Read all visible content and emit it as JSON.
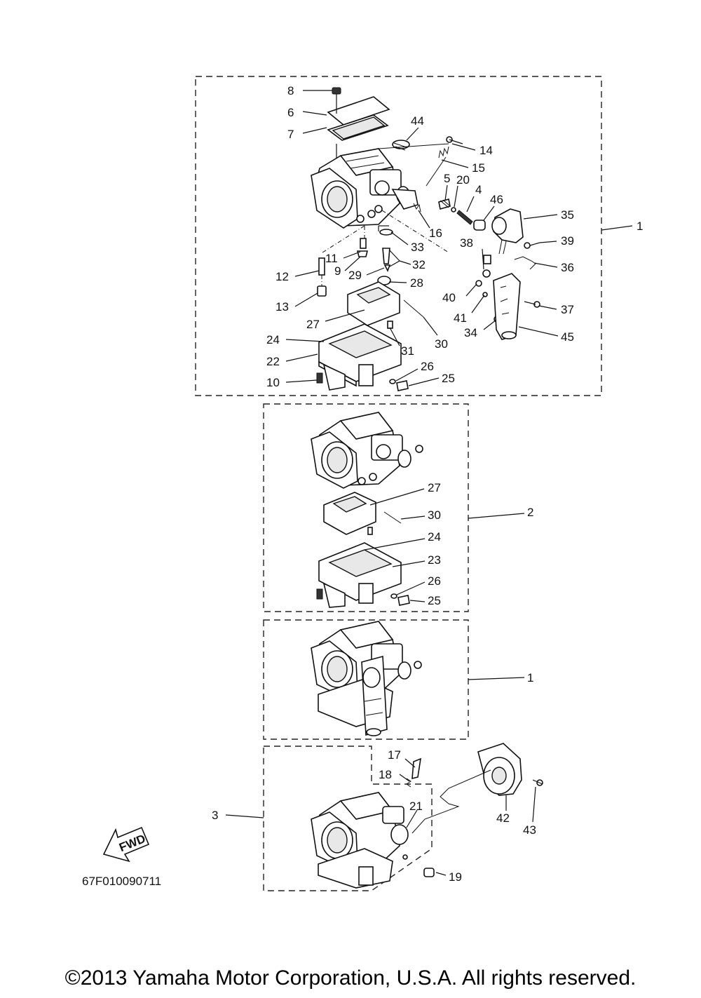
{
  "diagram_code": "67F010090711",
  "copyright": "©2013 Yamaha Motor Corporation, U.S.A. All rights reserved.",
  "fwd_label": "FWD",
  "labels": {
    "g1": [
      "8",
      "6",
      "7",
      "44",
      "14",
      "15",
      "5",
      "20",
      "4",
      "46",
      "35",
      "1",
      "16",
      "33",
      "11",
      "9",
      "32",
      "29",
      "28",
      "38",
      "39",
      "36",
      "12",
      "13",
      "40",
      "37",
      "41",
      "45",
      "34",
      "27",
      "30",
      "24",
      "31",
      "22",
      "26",
      "25",
      "10"
    ],
    "g2": [
      "27",
      "30",
      "2",
      "24",
      "23",
      "26",
      "25"
    ],
    "g3": [
      "1"
    ],
    "g4": [
      "17",
      "18",
      "21",
      "3",
      "42",
      "43",
      "19"
    ]
  }
}
